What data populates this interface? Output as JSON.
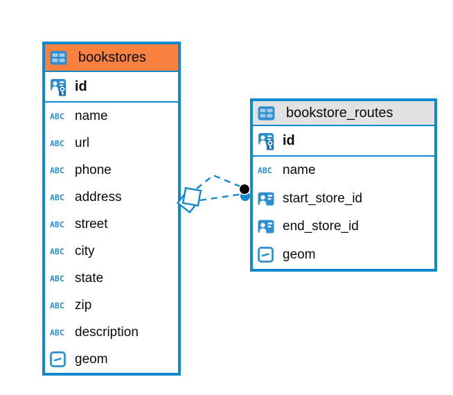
{
  "diagram": {
    "colors": {
      "accent": "#1088CE",
      "icon_blue": "#2E8FD0",
      "bookstores_header_bg": "#F8813F",
      "routes_header_bg": "#E2E2E2",
      "edge_color": "#1088CE",
      "endpoint_dot_black": "#000000"
    },
    "tables": [
      {
        "name": "bookstores",
        "header_bg": "#F8813F",
        "header_icon": "table",
        "columns": [
          {
            "name": "id",
            "icon": "primary-key",
            "primary_key": true
          },
          {
            "name": "name",
            "icon": "text"
          },
          {
            "name": "url",
            "icon": "text"
          },
          {
            "name": "phone",
            "icon": "text"
          },
          {
            "name": "address",
            "icon": "text"
          },
          {
            "name": "street",
            "icon": "text"
          },
          {
            "name": "city",
            "icon": "text"
          },
          {
            "name": "state",
            "icon": "text"
          },
          {
            "name": "zip",
            "icon": "text"
          },
          {
            "name": "description",
            "icon": "text"
          },
          {
            "name": "geom",
            "icon": "geometry"
          }
        ]
      },
      {
        "name": "bookstore_routes",
        "header_bg": "#E2E2E2",
        "header_icon": "table",
        "columns": [
          {
            "name": "id",
            "icon": "primary-key",
            "primary_key": true
          },
          {
            "name": "name",
            "icon": "text"
          },
          {
            "name": "start_store_id",
            "icon": "reference"
          },
          {
            "name": "end_store_id",
            "icon": "reference"
          },
          {
            "name": "geom",
            "icon": "geometry"
          }
        ]
      }
    ],
    "relationships": [
      {
        "from": "bookstores",
        "to": "bookstore_routes",
        "line_style": "dashed"
      },
      {
        "from": "bookstores",
        "to": "bookstore_routes",
        "line_style": "dashed"
      }
    ]
  }
}
